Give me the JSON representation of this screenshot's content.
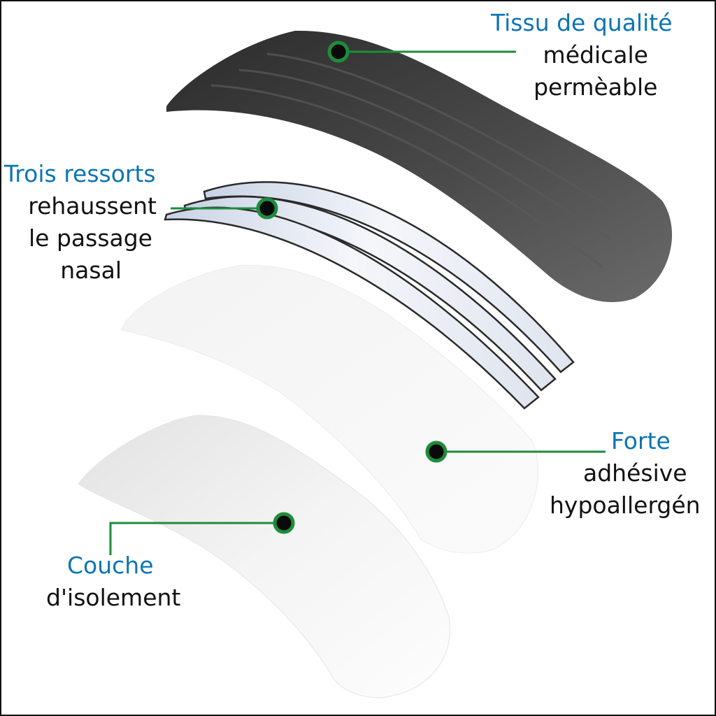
{
  "colors": {
    "accent": "#0c74b4",
    "leader": "#1e8c3a",
    "dot": "#0a0a0a",
    "text": "#111111"
  },
  "labels": {
    "tissu": {
      "head": "Tissu de qualité",
      "lines": [
        "médicale",
        "permèable"
      ]
    },
    "ressorts": {
      "head": "Trois ressorts",
      "lines": [
        "rehaussent",
        "le passage",
        "nasal"
      ]
    },
    "forte": {
      "head": "Forte",
      "lines": [
        "adhésive",
        "hypoallergén"
      ]
    },
    "couche": {
      "head": "Couche",
      "lines": [
        "d'isolement"
      ]
    }
  }
}
